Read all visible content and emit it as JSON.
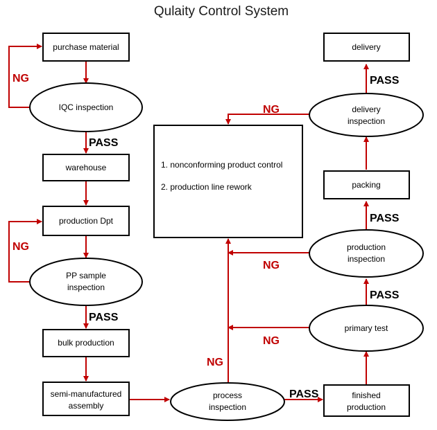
{
  "title": "Qulaity Control System",
  "colors": {
    "arrow": "#c00000",
    "ng_label": "#c00000",
    "pass_label": "#000000",
    "outline": "#000000"
  },
  "nodes": {
    "purchase_material": "purchase material",
    "iqc_inspection": "IQC  inspection",
    "warehouse": "warehouse",
    "production_dpt": "production Dpt",
    "pp_sample_inspection": [
      "PP sample",
      "inspection"
    ],
    "bulk_production": "bulk production",
    "semi_manufactured_assembly": [
      "semi-manufactured",
      "assembly"
    ],
    "process_inspection": [
      "process",
      "inspection"
    ],
    "finished_production": [
      "finished",
      "production"
    ],
    "primary_test": "primary test",
    "production_inspection": [
      "production",
      "inspection"
    ],
    "packing": "packing",
    "delivery_inspection": [
      "delivery",
      "inspection"
    ],
    "delivery": "delivery",
    "control_box": [
      "1. nonconforming product control",
      "2. production line rework"
    ]
  },
  "labels": {
    "pass": "PASS",
    "ng": "NG"
  }
}
